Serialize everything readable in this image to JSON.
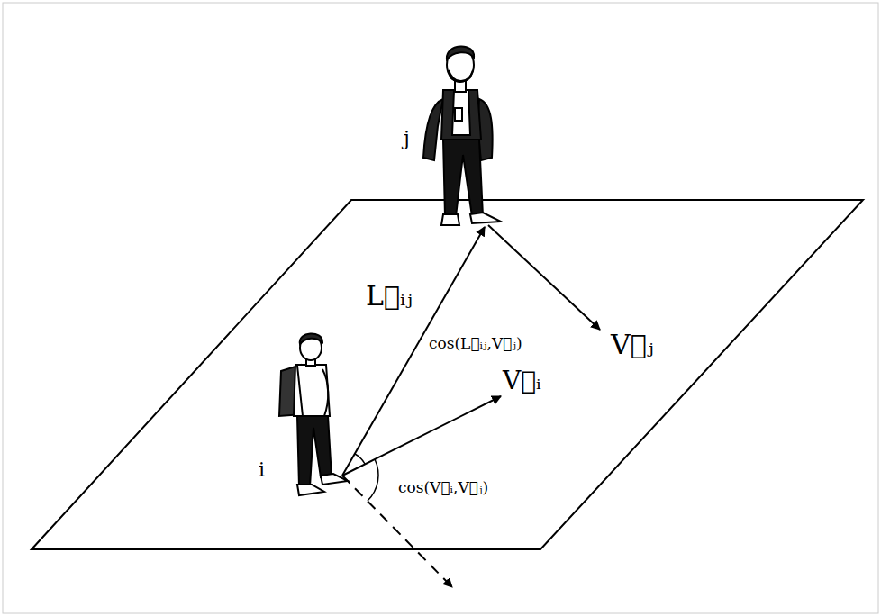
{
  "diagram": {
    "labels": [
      "j",
      "L⃗ᵢⱼ",
      "cos(L⃗ᵢⱼ,V⃗ⱼ)",
      "V⃗ᵢ",
      "V⃗ⱼ",
      "i",
      "cos(V⃗ᵢ,V⃗ⱼ)"
    ]
  }
}
